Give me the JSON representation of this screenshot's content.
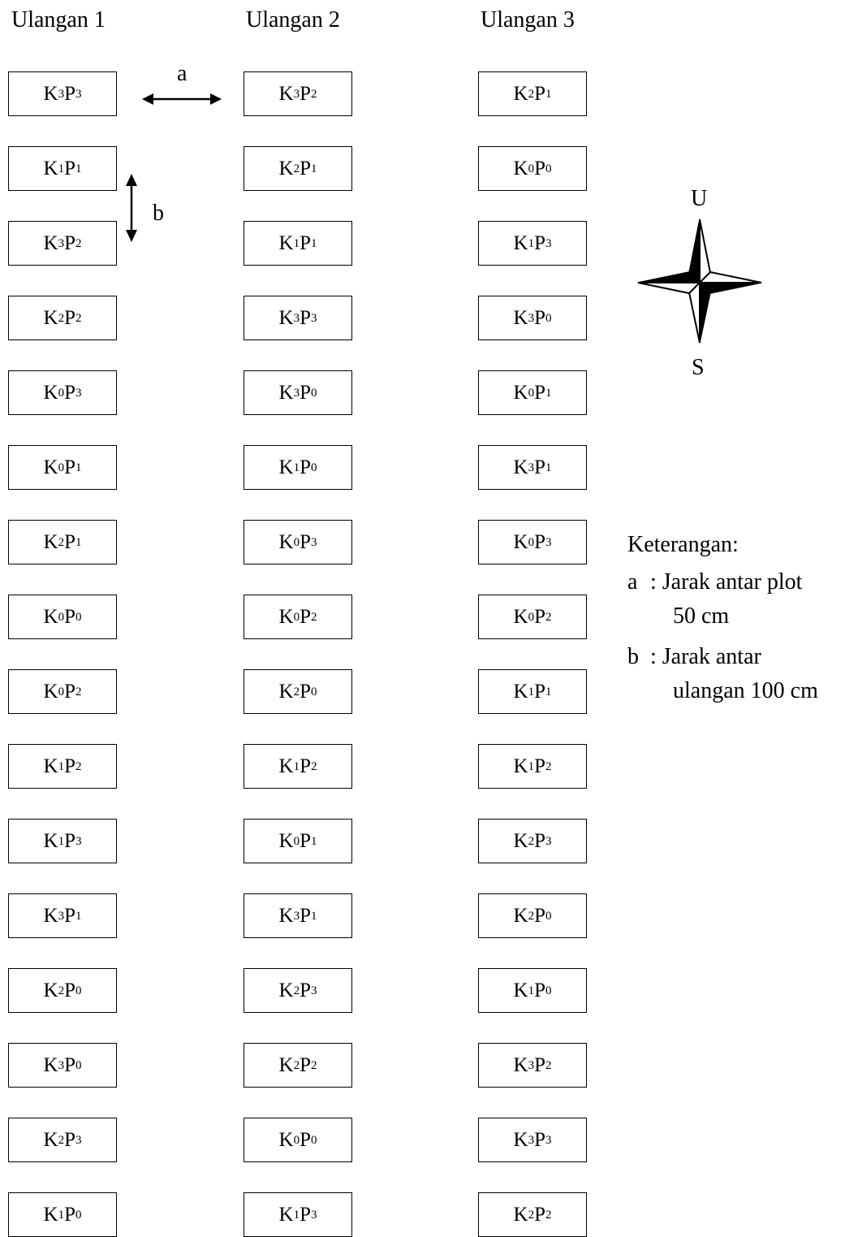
{
  "columns": [
    {
      "header": "Ulangan 1",
      "plots": [
        {
          "k": "3",
          "p": "3"
        },
        {
          "k": "1",
          "p": "1"
        },
        {
          "k": "3",
          "p": "2"
        },
        {
          "k": "2",
          "p": "2"
        },
        {
          "k": "0",
          "p": "3"
        },
        {
          "k": "0",
          "p": "1"
        },
        {
          "k": "2",
          "p": "1"
        },
        {
          "k": "0",
          "p": "0"
        },
        {
          "k": "0",
          "p": "2"
        },
        {
          "k": "1",
          "p": "2"
        },
        {
          "k": "1",
          "p": "3"
        },
        {
          "k": "3",
          "p": "1"
        },
        {
          "k": "2",
          "p": "0"
        },
        {
          "k": "3",
          "p": "0"
        },
        {
          "k": "2",
          "p": "3"
        },
        {
          "k": "1",
          "p": "0"
        }
      ]
    },
    {
      "header": "Ulangan 2",
      "plots": [
        {
          "k": "3",
          "p": "2"
        },
        {
          "k": "2",
          "p": "1"
        },
        {
          "k": "1",
          "p": "1"
        },
        {
          "k": "3",
          "p": "3"
        },
        {
          "k": "3",
          "p": "0"
        },
        {
          "k": "1",
          "p": "0"
        },
        {
          "k": "0",
          "p": "3"
        },
        {
          "k": "0",
          "p": "2"
        },
        {
          "k": "2",
          "p": "0"
        },
        {
          "k": "1",
          "p": "2"
        },
        {
          "k": "0",
          "p": "1"
        },
        {
          "k": "3",
          "p": "1"
        },
        {
          "k": "2",
          "p": "3"
        },
        {
          "k": "2",
          "p": "2"
        },
        {
          "k": "0",
          "p": "0"
        },
        {
          "k": "1",
          "p": "3"
        }
      ]
    },
    {
      "header": "Ulangan 3",
      "plots": [
        {
          "k": "2",
          "p": "1"
        },
        {
          "k": "0",
          "p": "0"
        },
        {
          "k": "1",
          "p": "3"
        },
        {
          "k": "3",
          "p": "0"
        },
        {
          "k": "0",
          "p": "1"
        },
        {
          "k": "3",
          "p": "1"
        },
        {
          "k": "0",
          "p": "3"
        },
        {
          "k": "0",
          "p": "2"
        },
        {
          "k": "1",
          "p": "1"
        },
        {
          "k": "1",
          "p": "2"
        },
        {
          "k": "2",
          "p": "3"
        },
        {
          "k": "2",
          "p": "0"
        },
        {
          "k": "1",
          "p": "0"
        },
        {
          "k": "3",
          "p": "2"
        },
        {
          "k": "3",
          "p": "3"
        },
        {
          "k": "2",
          "p": "2"
        }
      ]
    }
  ],
  "dimension_labels": {
    "a": "a",
    "b": "b"
  },
  "compass": {
    "north": "U",
    "south": "S",
    "icon": "compass-rose-icon"
  },
  "legend": {
    "title": "Keterangan:",
    "items": [
      {
        "key": "a",
        "text_line1": ": Jarak antar plot",
        "text_line2": "50 cm"
      },
      {
        "key": "b",
        "text_line1": ": Jarak antar",
        "text_line2": "ulangan 100 cm"
      }
    ]
  },
  "colors": {
    "ink": "#000000",
    "background": "#ffffff"
  }
}
